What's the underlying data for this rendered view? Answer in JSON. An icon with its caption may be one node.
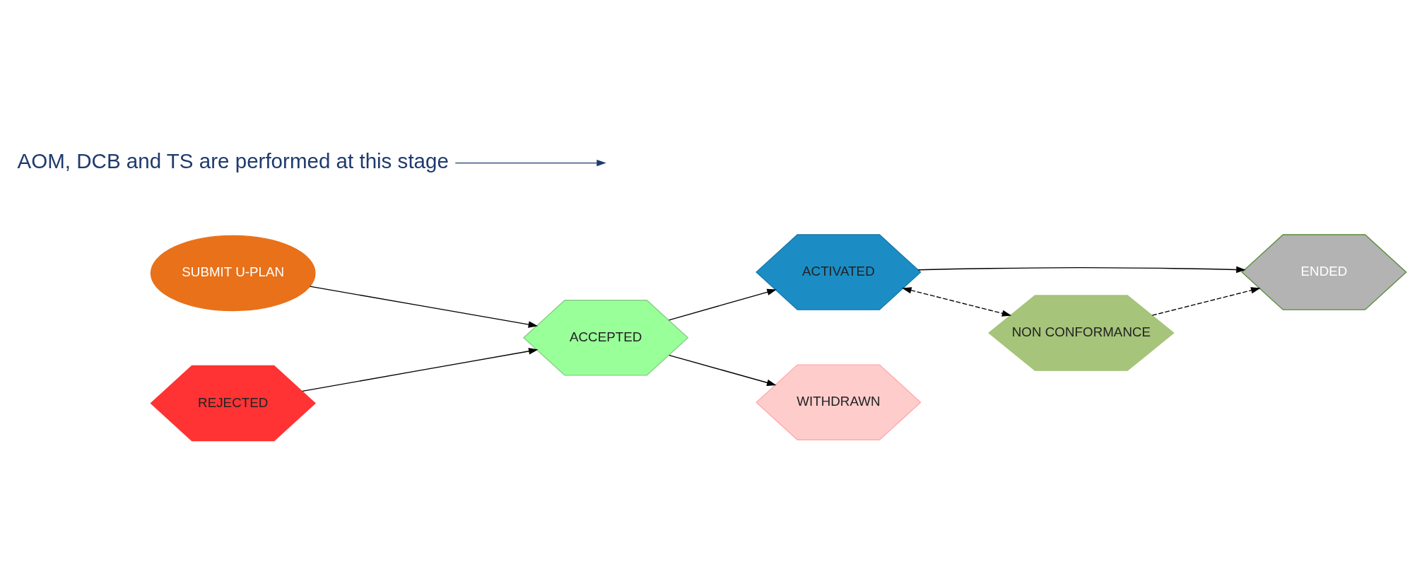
{
  "diagram": {
    "nodes": [
      {
        "text": [
          "SUBMIT U-PLAN"
        ]
      },
      {
        "text": [
          "ACCEPTED"
        ]
      },
      {
        "text": [
          "ACTIVATED"
        ]
      },
      {
        "text": [
          "ENDED"
        ]
      },
      {
        "text": [
          "NON CONFORMANCE"
        ]
      },
      {
        "text": [
          "REJECTED"
        ]
      },
      {
        "text": [
          "WITHDRAWN"
        ]
      },
      {
        "text": [
          "AOM, DCB and TS are performed at this stage"
        ]
      }
    ],
    "edges": [
      {
        "from": 0,
        "to": 1,
        "arrow": "to"
      },
      {
        "from": 5,
        "to": 1,
        "arrow": "to"
      },
      {
        "from": 1,
        "to": 2,
        "arrow": "to"
      },
      {
        "from": 1,
        "to": 6,
        "arrow": "to"
      },
      {
        "from": 2,
        "to": 3,
        "arrow": "to"
      },
      {
        "from": 2,
        "to": 4,
        "arrow": "both",
        "style": "dashed"
      },
      {
        "from": 4,
        "to": 3,
        "arrow": "to",
        "style": "dashed"
      },
      {
        "from": 7,
        "to": null,
        "arrow": "to",
        "color": "#1f3a6e"
      }
    ]
  }
}
